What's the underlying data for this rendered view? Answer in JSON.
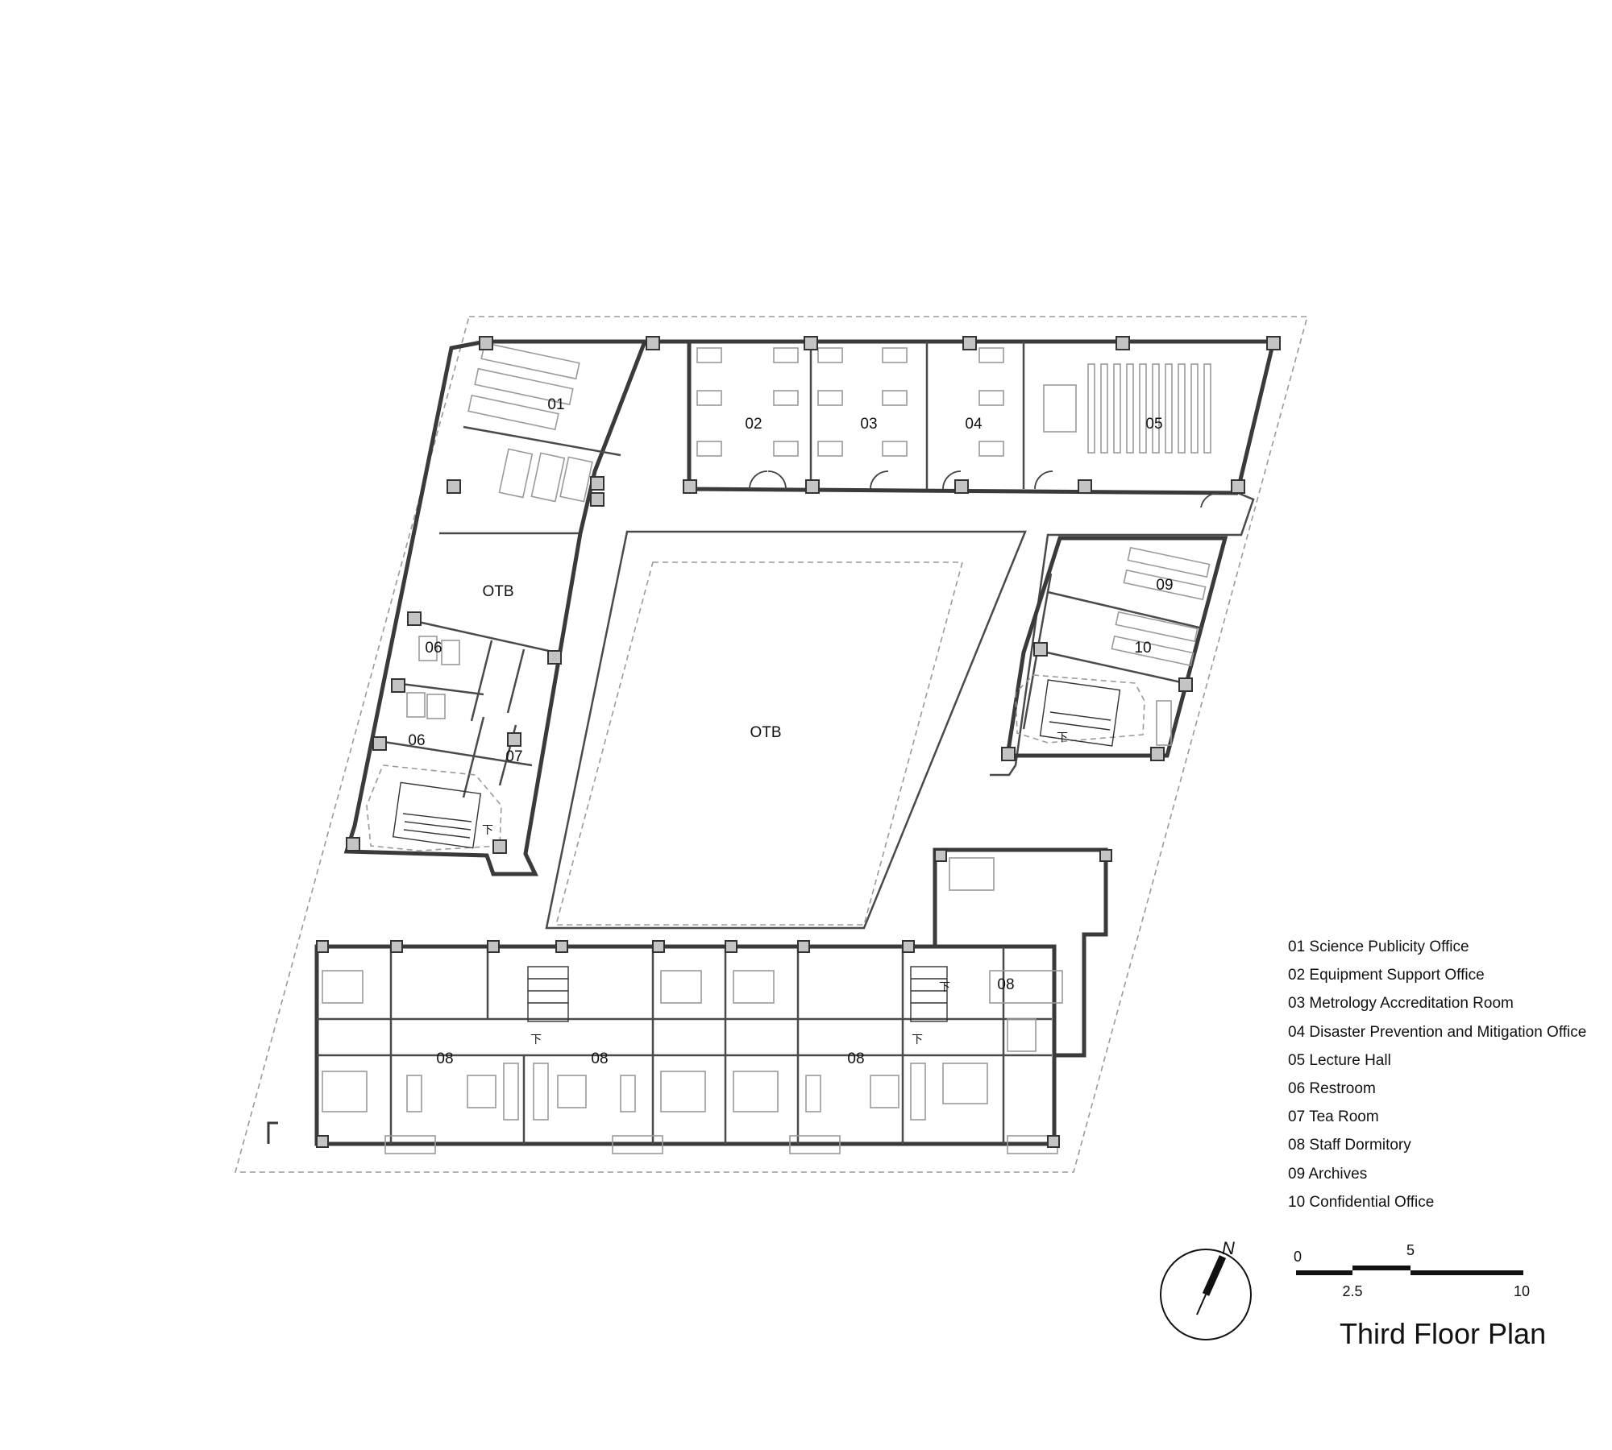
{
  "title": "Third Floor Plan",
  "north_label": "N",
  "scale": {
    "ticks": [
      "0",
      "2.5",
      "5",
      "10"
    ]
  },
  "room_labels": {
    "r01": "01",
    "r02": "02",
    "r03": "03",
    "r04": "04",
    "r05": "05",
    "otb_top": "OTB",
    "otb_center": "OTB",
    "r06a": "06",
    "r06b": "06",
    "r07": "07",
    "r09": "09",
    "r10": "10",
    "r08a": "08",
    "r08b": "08",
    "r08c": "08",
    "r08d": "08",
    "down1": "下",
    "down2": "下",
    "down3": "下",
    "down4": "下",
    "down5": "下"
  },
  "legend": [
    "01 Science Publicity Office",
    "02 Equipment Support Office",
    "03 Metrology Accreditation Room",
    "04 Disaster Prevention and Mitigation Office",
    "05 Lecture Hall",
    "06 Restroom",
    "07 Tea Room",
    "08 Staff Dormitory",
    "09 Archives",
    "10 Confidential Office"
  ]
}
